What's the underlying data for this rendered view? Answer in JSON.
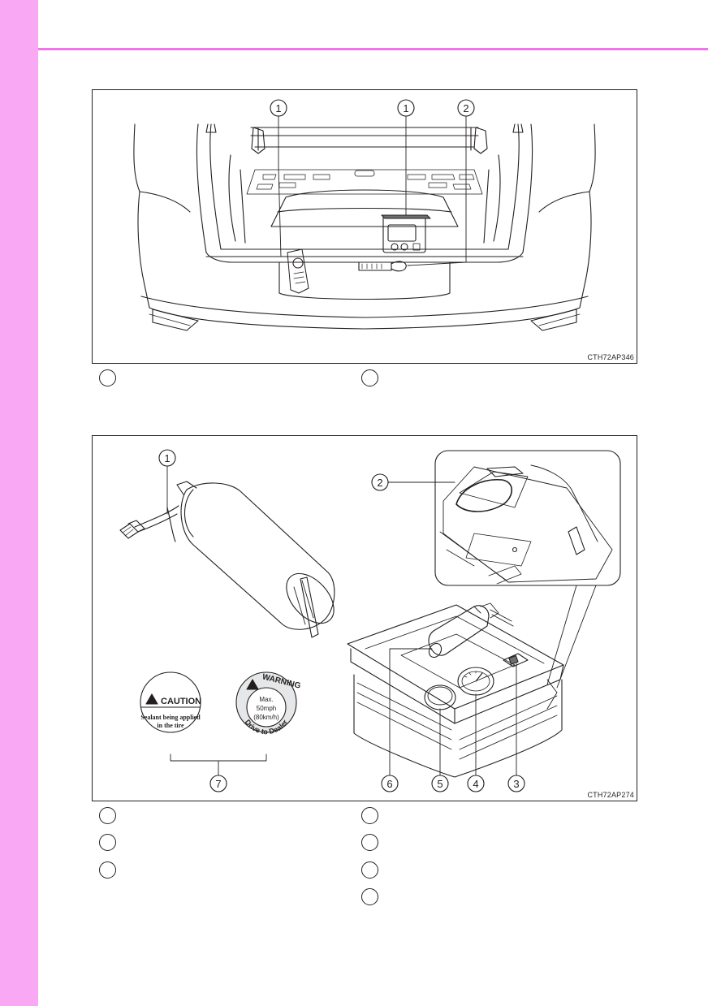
{
  "figure1": {
    "code": "CTH72AP346",
    "callouts": [
      "1",
      "1",
      "2"
    ]
  },
  "figure2": {
    "code": "CTH72AP274",
    "callouts": [
      "1",
      "2",
      "3",
      "4",
      "5",
      "6",
      "7"
    ],
    "caution_label": {
      "heading": "CAUTION",
      "line1": "Sealant being applied",
      "line2": "in the tire"
    },
    "warning_label": {
      "heading": "WARNING",
      "max": "Max.",
      "speed_mph": "50mph",
      "speed_kmh": "(80km/h)",
      "arc_text": "Drive to Dealer"
    }
  },
  "colors": {
    "side_band": "#f9a9f4",
    "header_rule": "#f472ea",
    "line": "#231f20"
  }
}
